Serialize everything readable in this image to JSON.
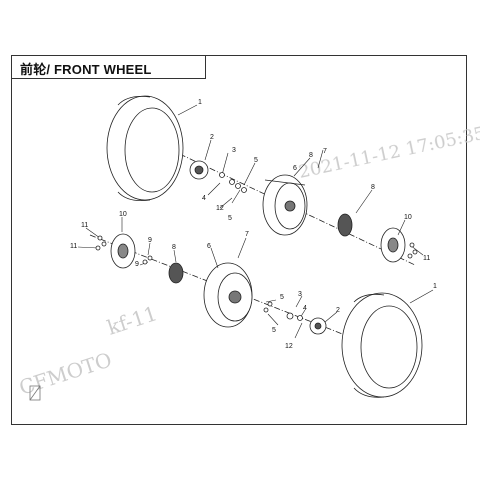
{
  "title": "前轮/ FRONT WHEEL",
  "watermark": {
    "timestamp": "2021-11-12 17:05:35",
    "left_text": "CFMOTO",
    "middle_text": "kf-11"
  },
  "callouts": {
    "c1a": "1",
    "c2a": "2",
    "c3a": "3",
    "c4a": "4",
    "c5a": "5",
    "c5b": "5",
    "c12a": "12",
    "c6a": "6",
    "c8a": "8",
    "c7a": "7",
    "c8b": "8",
    "c10a": "10",
    "c11a": "11",
    "c11b": "11",
    "c11c": "11",
    "c10b": "10",
    "c9a": "9",
    "c9b": "9",
    "c8c": "8",
    "c6b": "6",
    "c7b": "7",
    "c5c": "5",
    "c5d": "5",
    "c3b": "3",
    "c4b": "4",
    "c2b": "2",
    "c12b": "12",
    "c1b": "1"
  },
  "colors": {
    "line": "#222222",
    "watermark": "#c8c8c8"
  }
}
